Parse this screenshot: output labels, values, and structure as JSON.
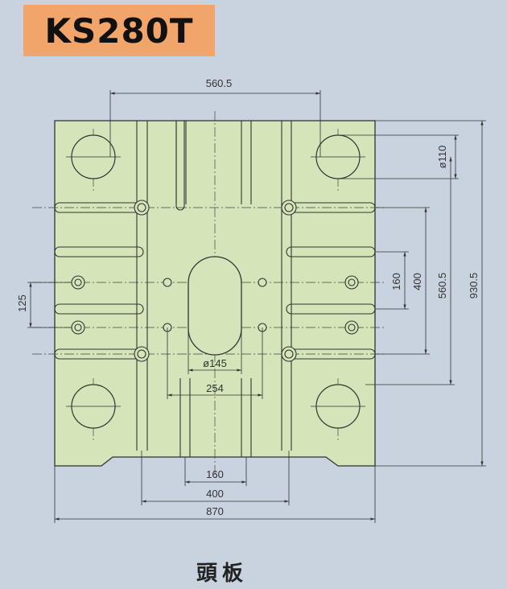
{
  "model": "KS280T",
  "caption": "頭板",
  "dimensions": {
    "top_hole_spacing": "560.5",
    "bottom_width": "870",
    "bottom_slot_outer": "400",
    "bottom_slot_inner": "160",
    "center_hole_spacing": "254",
    "center_bore": "ø145",
    "corner_hole_dia": "ø110",
    "right_slot_inner": "160",
    "right_slot_outer": "400",
    "right_hole_spacing": "560.5",
    "right_height": "930.5",
    "left_hole_spacing": "125"
  },
  "colors": {
    "plate_fill": "#d4e5b9",
    "background": "#c9d3e0",
    "badge": "#f2a56a"
  }
}
